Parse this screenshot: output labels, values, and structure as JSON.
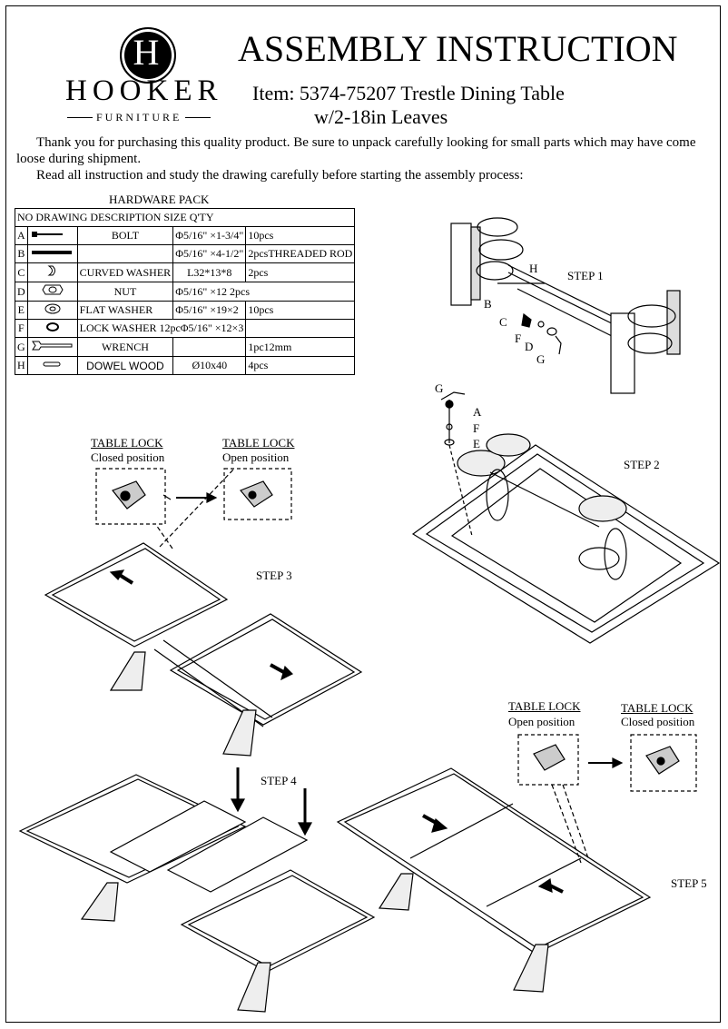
{
  "header": {
    "brand_name": "HOOKER",
    "brand_sub": "FURNITURE",
    "logo_letter": "H",
    "title": "ASSEMBLY INSTRUCTION",
    "item_line1": "Item: 5374-75207 Trestle Dining Table",
    "item_line2": "w/2-18in Leaves"
  },
  "intro": {
    "p1": "Thank you for purchasing this quality product. Be sure to unpack carefully looking for small parts which may have come loose during shipment.",
    "p2": "Read all instruction and study the drawing carefully before starting the assembly process:"
  },
  "hardware": {
    "label": "HARDWARE PACK",
    "header": "NO DRAWING DESCRIPTION SIZE Q'TY",
    "rows": [
      {
        "no": "A",
        "description": "BOLT",
        "size": "Φ5/16\" ×1-3/4\"",
        "qty": "10pcs"
      },
      {
        "no": "B",
        "description": "",
        "size": "Φ5/16\" ×4-1/2\"",
        "qty": "2pcsTHREADED ROD"
      },
      {
        "no": "C",
        "description": "CURVED WASHER",
        "size": "L32*13*8",
        "qty": "2pcs"
      },
      {
        "no": "D",
        "description": "NUT",
        "size": "Φ5/16\" ×12 2pcs",
        "qty": ""
      },
      {
        "no": "E",
        "description": "FLAT WASHER",
        "size": "Φ5/16\" ×19×2",
        "qty": "10pcs"
      },
      {
        "no": "F",
        "description": "LOCK WASHER 12pcΦ5/16\" ×12×3",
        "size": "",
        "qty": ""
      },
      {
        "no": "G",
        "description": "WRENCH",
        "size": "",
        "qty": "1pc12mm"
      },
      {
        "no": "H",
        "description": "DOWEL WOOD",
        "size": "Ø10x40",
        "qty": "4pcs"
      }
    ]
  },
  "steps": {
    "step1": "STEP 1",
    "step2": "STEP 2",
    "step3": "STEP 3",
    "step4": "STEP 4",
    "step5": "STEP 5"
  },
  "callouts": {
    "s1": [
      "H",
      "B",
      "C",
      "F",
      "D",
      "G"
    ],
    "s2": [
      "G",
      "A",
      "F",
      "E"
    ]
  },
  "locks": {
    "title": "TABLE LOCK",
    "closed": "Closed position",
    "open": "Open position"
  }
}
